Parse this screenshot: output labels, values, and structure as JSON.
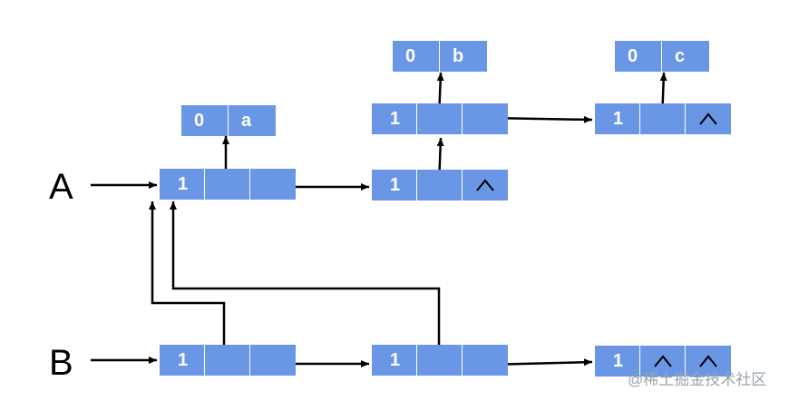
{
  "labels": {
    "list_a": "A",
    "list_b": "B"
  },
  "nodes": {
    "a1": {
      "tag": "1"
    },
    "a2": {
      "tag": "1"
    },
    "sub1": {
      "tag": "1"
    },
    "sub2": {
      "tag": "1"
    },
    "b1": {
      "tag": "1"
    },
    "b2": {
      "tag": "1"
    },
    "b3": {
      "tag": "1"
    }
  },
  "atoms": {
    "a": {
      "tag": "0",
      "value": "a"
    },
    "b": {
      "tag": "0",
      "value": "b"
    },
    "c": {
      "tag": "0",
      "value": "c"
    }
  },
  "null_symbol": "^",
  "watermark": "@稀土掘金技术社区",
  "colors": {
    "node_fill": "#6a96e6",
    "node_text": "#ffffff",
    "arrow": "#000000"
  }
}
